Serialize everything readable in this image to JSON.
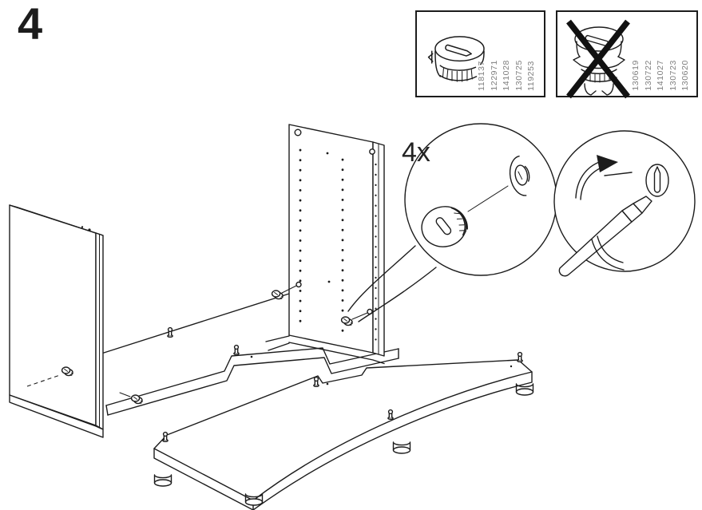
{
  "step": {
    "number": "4"
  },
  "detail": {
    "quantity_label": "4x"
  },
  "hardware_boxes": [
    {
      "name": "correct-cam-lock",
      "crossed_out": false,
      "part_numbers": [
        "118137",
        "122971",
        "141028",
        "130725",
        "119253"
      ]
    },
    {
      "name": "wrong-cam-lock",
      "crossed_out": true,
      "part_numbers": [
        "130619",
        "130722",
        "141027",
        "130723",
        "130620"
      ]
    }
  ],
  "colors": {
    "line": "#1c1c1c",
    "part_number_text": "#7f7f7f",
    "background": "#ffffff"
  }
}
